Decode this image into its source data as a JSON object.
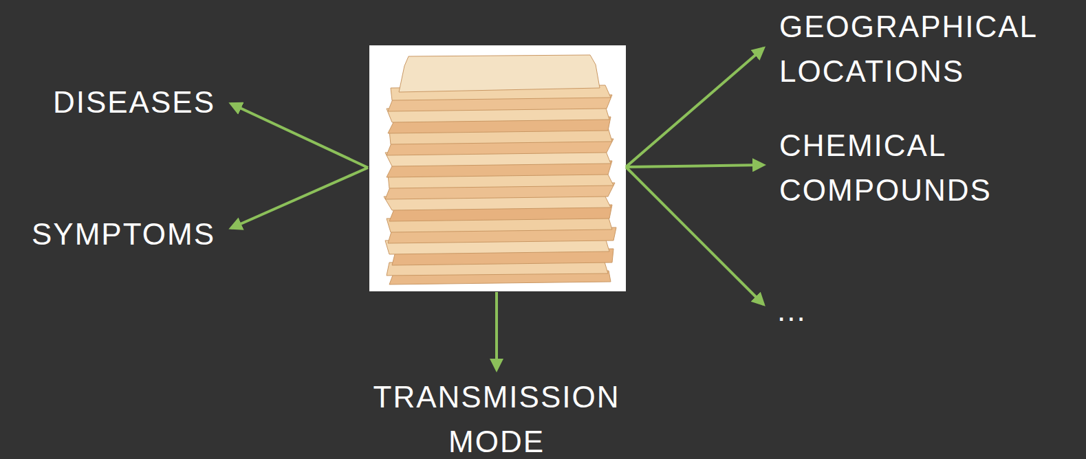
{
  "diagram": {
    "labels": [
      "DISEASES",
      "SYMPTOMS",
      "TRANSMISSION MODE",
      "GEOGRAPHICAL LOCATIONS",
      "CHEMICAL COMPOUNDS",
      "..."
    ]
  }
}
